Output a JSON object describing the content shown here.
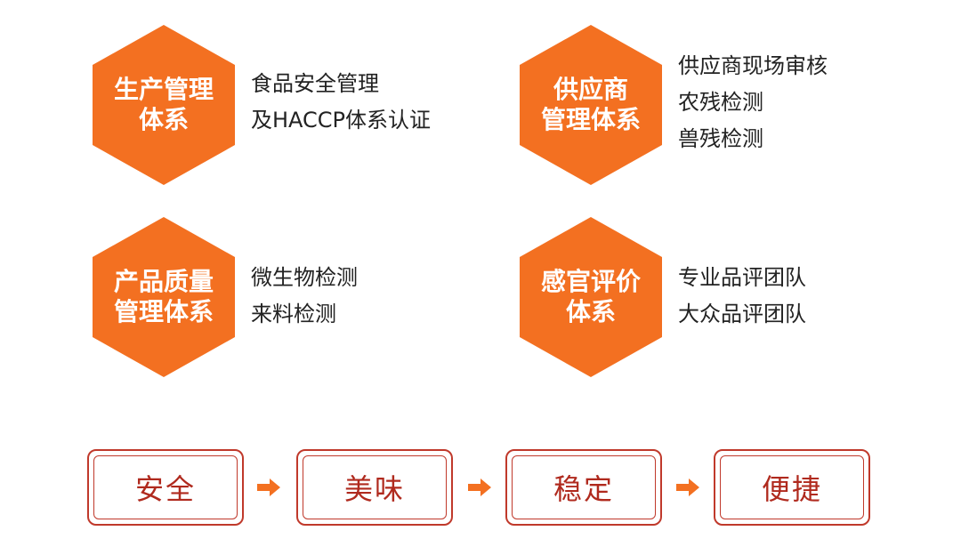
{
  "systems": [
    {
      "title": [
        "生产管理",
        "体系"
      ],
      "items": [
        "食品安全管理",
        "及HACCP体系认证"
      ]
    },
    {
      "title": [
        "供应商",
        "管理体系"
      ],
      "items": [
        "供应商现场审核",
        "农残检测",
        "兽残检测"
      ]
    },
    {
      "title": [
        "产品质量",
        "管理体系"
      ],
      "items": [
        "微生物检测",
        "来料检测"
      ]
    },
    {
      "title": [
        "感官评价",
        "体系"
      ],
      "items": [
        "专业品评团队",
        "大众品评团队"
      ]
    }
  ],
  "qualities": [
    "安全",
    "美味",
    "稳定",
    "便捷"
  ],
  "colors": {
    "hexagon": "#f37021",
    "box_border": "#c0392b",
    "box_text": "#b02a1e",
    "arrow": "#f37021",
    "item_text": "#222222"
  }
}
